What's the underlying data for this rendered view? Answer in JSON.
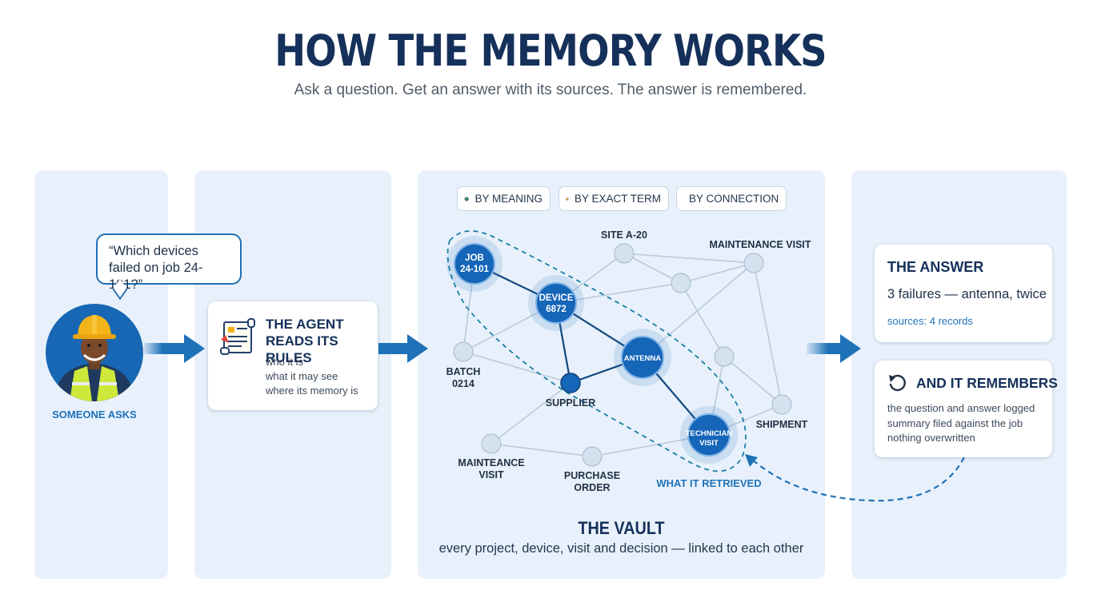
{
  "header": {
    "title": "HOW THE MEMORY WORKS",
    "subtitle": "Ask a question. Get an answer with its sources. The answer is remembered."
  },
  "step_ask": {
    "question": "“Which devices failed on job 24-101?”",
    "caption": "SOMEONE ASKS"
  },
  "step_rules": {
    "title_line1": "THE AGENT",
    "title_line2": "READS ITS RULES",
    "lines": [
      "who it is",
      "what it may see",
      "where its memory is"
    ]
  },
  "vault": {
    "search_modes": [
      "BY MEANING",
      "BY EXACT TERM",
      "BY CONNECTION"
    ],
    "nodes": {
      "job": [
        "JOB",
        "24-101"
      ],
      "device": [
        "DEVICE",
        "6872"
      ],
      "antenna": "ANTENNA",
      "technician": [
        "TECHNICIAN",
        "VISIT"
      ],
      "supplier": "SUPPLIER",
      "batch": [
        "BATCH",
        "0214"
      ],
      "site": "SITE A-20",
      "maintenance_visit_top": "MAINTENANCE VISIT",
      "shipment": "SHIPMENT",
      "maintenance_visit_bottom": [
        "MAINTEANCE",
        "VISIT"
      ],
      "purchase_order": [
        "PURCHASE",
        "ORDER"
      ]
    },
    "retrieved_label": "WHAT IT RETRIEVED",
    "title": "THE VAULT",
    "subtitle": "every project, device, visit and decision — linked to each other"
  },
  "answer": {
    "title": "THE ANSWER",
    "text": "3 failures — antenna, twice",
    "sources": "sources: 4 records"
  },
  "remember": {
    "title": "AND IT REMEMBERS",
    "lines": [
      "the question and answer logged",
      "summary filed against the job",
      "nothing overwritten"
    ]
  },
  "colors": {
    "accent": "#1f72b8",
    "node_highlight": "#1565b8",
    "node_plain": "#d4e1ee",
    "panel_bg": "#e8f1fb",
    "title": "#15305a"
  },
  "icons": [
    "person-avatar",
    "scroll-icon",
    "chip-icon",
    "network-icon",
    "undo-icon"
  ]
}
